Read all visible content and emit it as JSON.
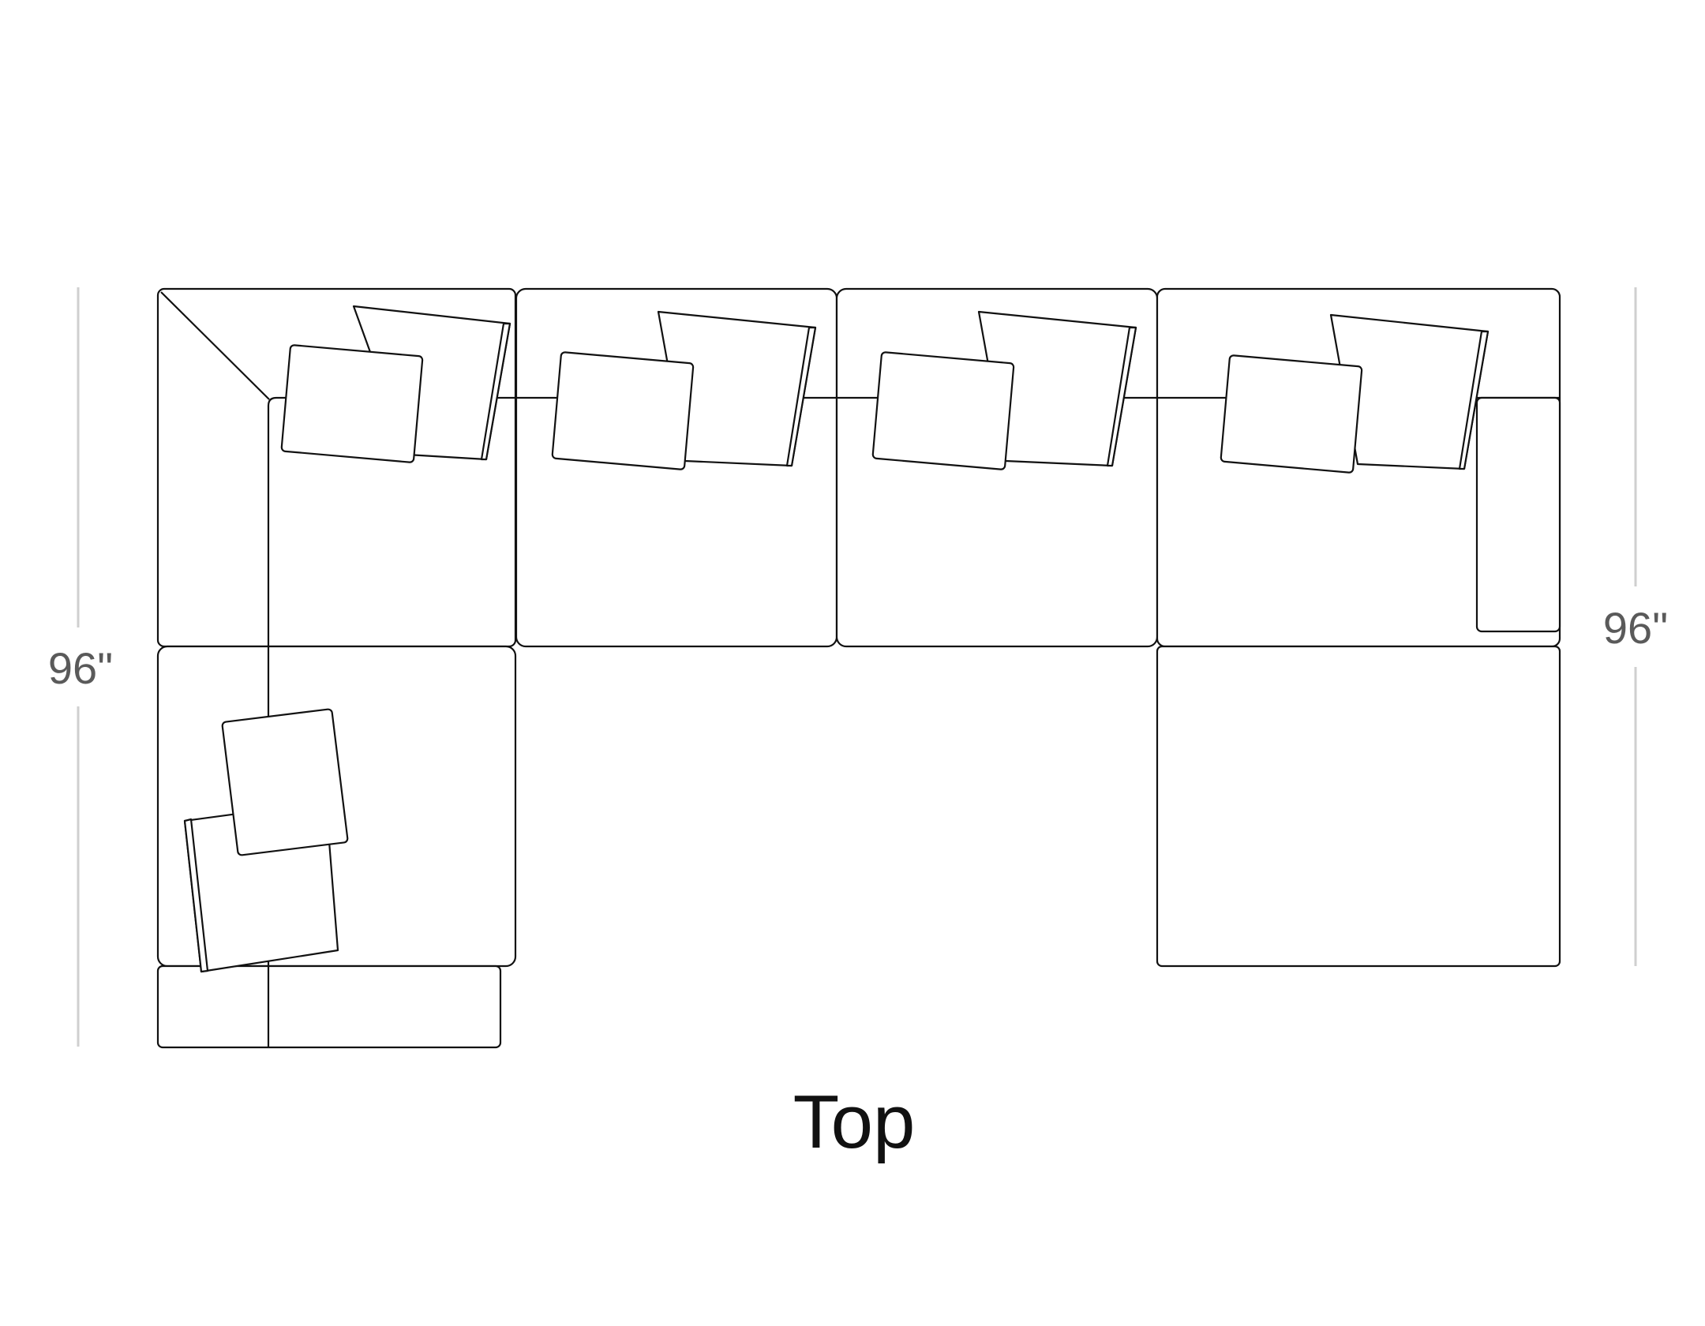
{
  "diagram": {
    "caption": "Top",
    "left_dimension": "96\"",
    "right_dimension": "96\""
  },
  "colors": {
    "outline": "#111111",
    "dimension_line": "#cfcfcf",
    "dimension_text": "#5a5a5a",
    "background": "#ffffff"
  }
}
